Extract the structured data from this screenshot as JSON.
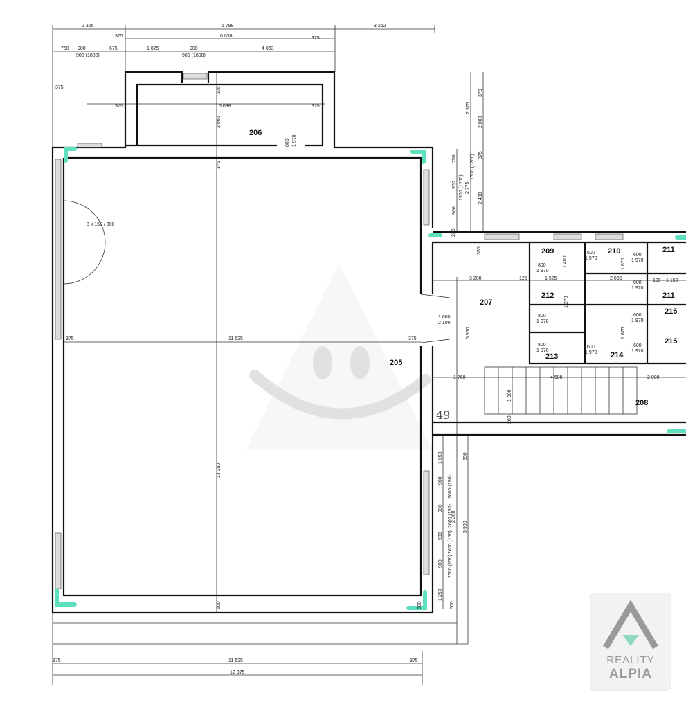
{
  "top_dims": {
    "d1": "2 325",
    "d2": "6 788",
    "d3": "3 262",
    "d4": "375",
    "d5": "6 038",
    "d6": "375",
    "d7": "750",
    "d8": "900",
    "d9": "900 (1800)",
    "d10": "675",
    "d11": "1 825",
    "d12": "900",
    "d13": "900 (1800)",
    "d14": "4 063"
  },
  "room206": {
    "name": "206",
    "w_left": "375",
    "width": "6 038",
    "w_right": "375",
    "wall_v": "375",
    "depth": "2 000",
    "door_w": "800",
    "door_h": "1 970",
    "left_v": "375"
  },
  "room205": {
    "name": "205",
    "stair": "3 x 150 / 300",
    "w_left": "375",
    "width": "11 625",
    "w_right": "375",
    "depth": "14 350",
    "wall_top": "375",
    "wall_bottom": "600"
  },
  "right_dims": {
    "a": "2 375",
    "b": "2 000",
    "c": "375",
    "d": "750",
    "e": "900",
    "f": "1500 (1200)",
    "g": "900",
    "h": "1500 (1200)",
    "i": "2 775",
    "j": "2 400",
    "k": "350",
    "l": "235"
  },
  "room207": {
    "name": "207",
    "w": "3 200",
    "door_w": "1 600",
    "door_h": "2 100",
    "h": "5 950",
    "w2": "1 760",
    "note": "49"
  },
  "room208": {
    "name": "208",
    "stair_len": "4 500",
    "landing": "2 000",
    "stair_w": "1 500",
    "wall": "280",
    "wall2": "350"
  },
  "toilets": {
    "r209": "209",
    "r210": "210",
    "r211a": "211",
    "r211b": "211",
    "r212": "212",
    "r213": "213",
    "r214": "214",
    "r215a": "215",
    "r215b": "215",
    "dw800": "800",
    "dh1970": "1 970",
    "dw600": "600",
    "d1400": "1 400",
    "d125": "125",
    "d1525": "1 525",
    "d2035": "2 035",
    "d1870": "1 870",
    "d100": "100",
    "d1150": "1 150",
    "d1270": "1 270",
    "d1875": "1 875"
  },
  "lower_dims": {
    "a": "350",
    "b": "1 050",
    "c": "900",
    "d": "900",
    "e": "900",
    "f": "900",
    "g": "1 250",
    "h": "2600 (150)",
    "i": "2 300",
    "j": "5 900",
    "k": "600",
    "l": "600"
  },
  "bottom_dims": {
    "a": "375",
    "b": "11 625",
    "c": "375",
    "d": "12 375"
  },
  "logo": {
    "line1": "REALITY",
    "line2": "ALPIA",
    "accent": "#8fd9c4"
  }
}
